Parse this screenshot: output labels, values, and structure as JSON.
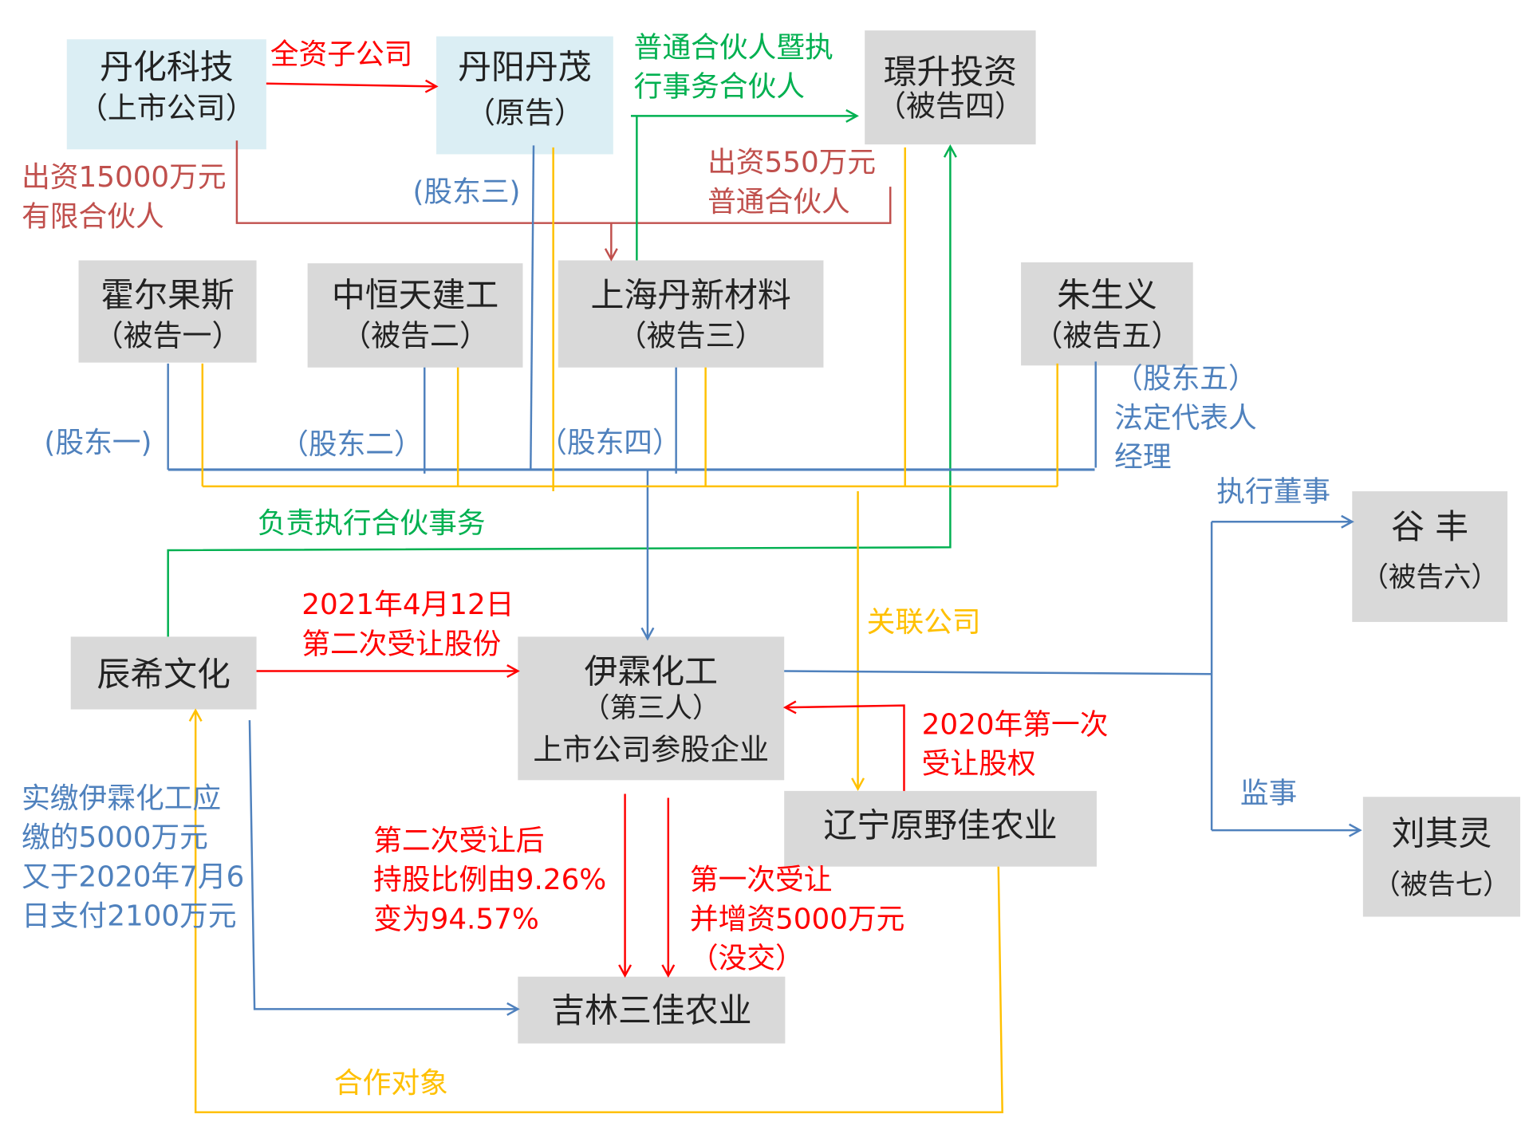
{
  "colors": {
    "red": "#ff0000",
    "darkred": "#c0504d",
    "green": "#00b050",
    "blue": "#4f81bd",
    "orange": "#ffc000",
    "box_blue": "#dbeef4",
    "box_gray": "#d9d9d9",
    "text": "#222222"
  },
  "boxes": [
    {
      "id": "danhua-keji",
      "lines": [
        "丹化科技",
        "（上市公司）"
      ],
      "fill": "box_blue"
    },
    {
      "id": "danyang-danmao",
      "lines": [
        "丹阳丹茂",
        "（原告）"
      ],
      "fill": "box_blue"
    },
    {
      "id": "jingsheng-touzi",
      "lines": [
        "璟升投资",
        "（被告四）"
      ],
      "fill": "box_gray"
    },
    {
      "id": "huoerguosi",
      "lines": [
        "霍尔果斯",
        "（被告一）"
      ],
      "fill": "box_gray"
    },
    {
      "id": "zhonghengtian-jiangong",
      "lines": [
        "中恒天建工",
        "（被告二）"
      ],
      "fill": "box_gray"
    },
    {
      "id": "shanghai-danxin",
      "lines": [
        "上海丹新材料",
        "（被告三）"
      ],
      "fill": "box_gray"
    },
    {
      "id": "zhu-shengyi",
      "lines": [
        "朱生义",
        "（被告五）"
      ],
      "fill": "box_gray"
    },
    {
      "id": "chenxi-wenhua",
      "lines": [
        "辰希文化"
      ],
      "fill": "box_gray"
    },
    {
      "id": "yilin-huagong",
      "lines": [
        "伊霖化工",
        "（第三人）",
        "上市公司参股企业"
      ],
      "fill": "box_gray"
    },
    {
      "id": "gu-feng",
      "lines": [
        "谷  丰",
        "（被告六）"
      ],
      "fill": "box_gray"
    },
    {
      "id": "liaoning-yuanyejia",
      "lines": [
        "辽宁原野佳农业"
      ],
      "fill": "box_gray"
    },
    {
      "id": "liu-qiling",
      "lines": [
        "刘其灵",
        "（被告七）"
      ],
      "fill": "box_gray"
    },
    {
      "id": "jilin-sanjia",
      "lines": [
        "吉林三佳农业"
      ],
      "fill": "box_gray"
    }
  ],
  "labels": [
    {
      "id": "wholly-owned",
      "lines": [
        "全资子公司"
      ],
      "color": "red"
    },
    {
      "id": "gp-executive",
      "lines": [
        "普通合伙人暨执",
        "行事务合伙人"
      ],
      "color": "green"
    },
    {
      "id": "lp-15000",
      "lines": [
        "出资15000万元",
        "有限合伙人"
      ],
      "color": "darkred"
    },
    {
      "id": "shareholder-3",
      "lines": [
        "(股东三)"
      ],
      "color": "blue"
    },
    {
      "id": "gp-550",
      "lines": [
        "出资550万元",
        "普通合伙人"
      ],
      "color": "darkred"
    },
    {
      "id": "shareholder-1",
      "lines": [
        "(股东一)"
      ],
      "color": "blue"
    },
    {
      "id": "shareholder-2",
      "lines": [
        "（股东二）"
      ],
      "color": "blue"
    },
    {
      "id": "shareholder-4",
      "lines": [
        "（股东四）"
      ],
      "color": "blue"
    },
    {
      "id": "shareholder-5",
      "lines": [
        "（股东五）",
        "法定代表人",
        "经理"
      ],
      "color": "blue"
    },
    {
      "id": "executive-director",
      "lines": [
        "执行董事"
      ],
      "color": "blue"
    },
    {
      "id": "partnership-affairs",
      "lines": [
        "负责执行合伙事务"
      ],
      "color": "green"
    },
    {
      "id": "second-transfer",
      "lines": [
        "2021年4月12日",
        "第二次受让股份"
      ],
      "color": "red"
    },
    {
      "id": "affiliate",
      "lines": [
        "关联公司"
      ],
      "color": "orange"
    },
    {
      "id": "first-transfer",
      "lines": [
        "2020年第一次",
        "受让股权"
      ],
      "color": "red"
    },
    {
      "id": "supervisor",
      "lines": [
        "监事"
      ],
      "color": "blue"
    },
    {
      "id": "paid-in",
      "lines": [
        "实缴伊霖化工应",
        "缴的5000万元",
        "又于2020年7月6",
        "日支付2100万元"
      ],
      "color": "blue"
    },
    {
      "id": "ratio-change",
      "lines": [
        "第二次受让后",
        "持股比例由9.26%",
        "变为94.57%"
      ],
      "color": "red"
    },
    {
      "id": "first-capital",
      "lines": [
        "第一次受让",
        "并增资5000万元",
        "（没交）"
      ],
      "color": "red"
    },
    {
      "id": "partner",
      "lines": [
        "合作对象"
      ],
      "color": "orange"
    }
  ]
}
